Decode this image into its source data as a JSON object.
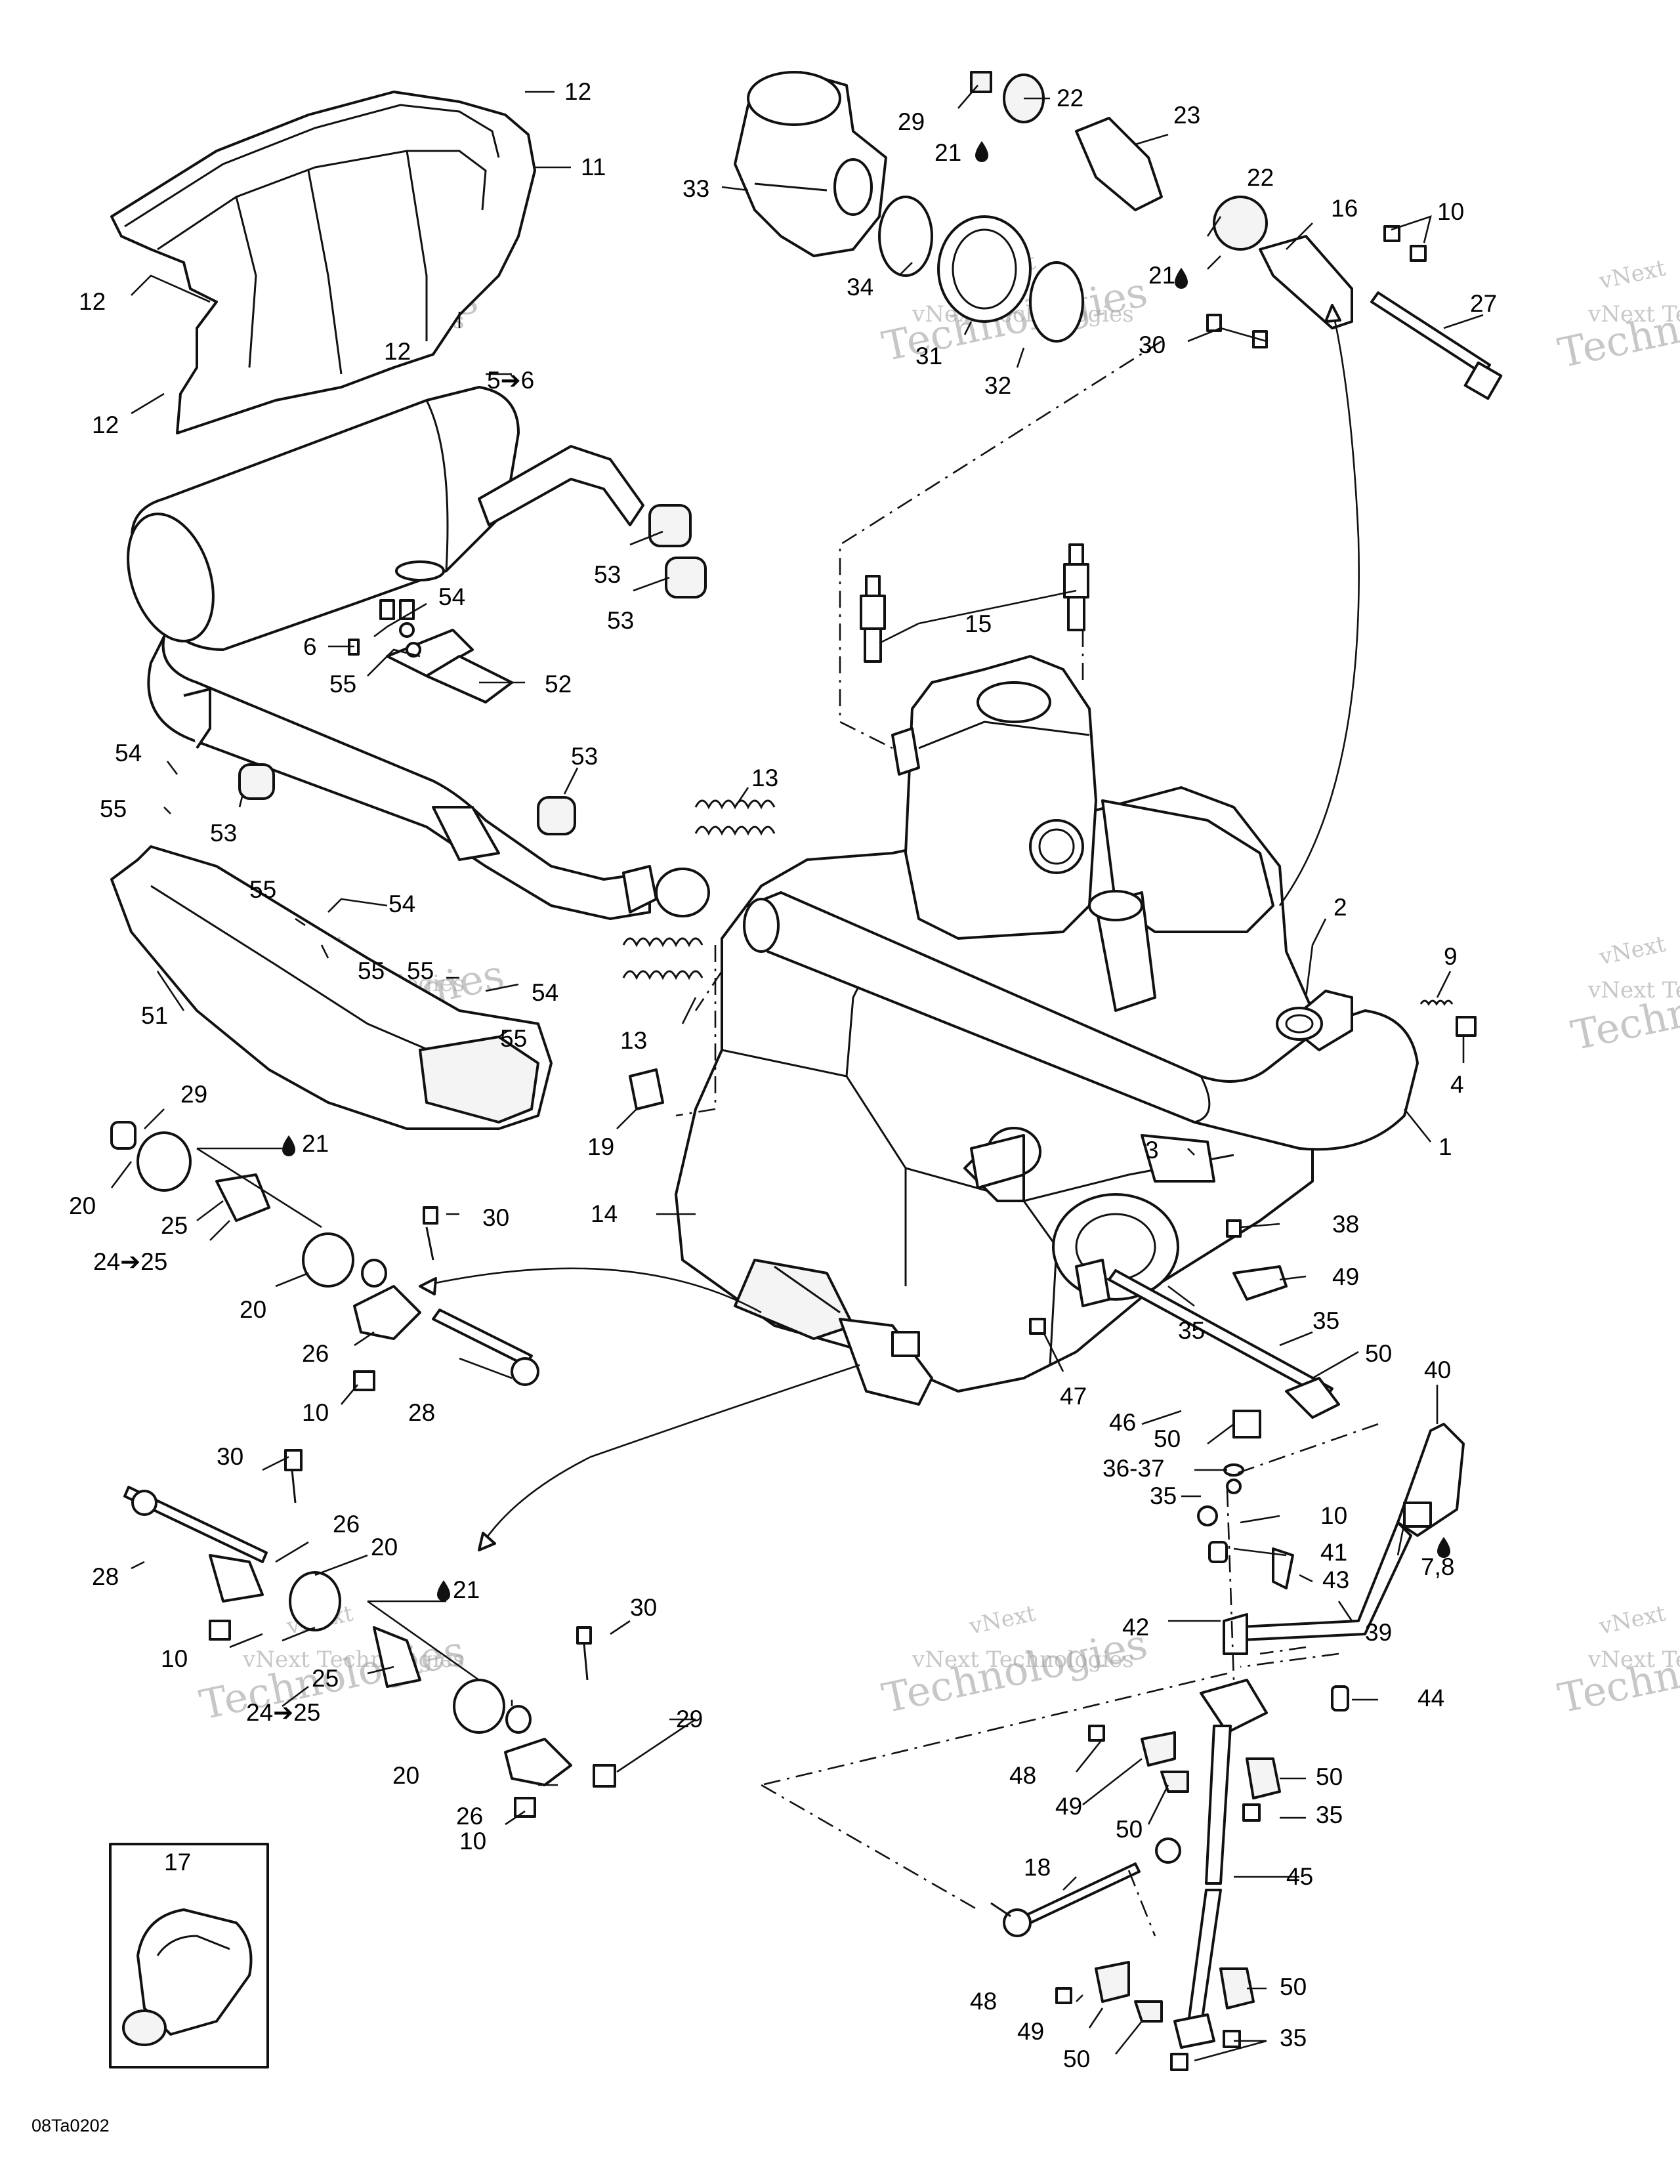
{
  "drawing_code": "08Ta0202",
  "watermark": {
    "line1": "vNext",
    "line2": "vNext Technologies",
    "line3": "Technologies"
  },
  "callouts": [
    {
      "id": "c12a",
      "label": "12"
    },
    {
      "id": "c11",
      "label": "11"
    },
    {
      "id": "c12b",
      "label": "12"
    },
    {
      "id": "c12c",
      "label": "12"
    },
    {
      "id": "c12d",
      "label": "12"
    },
    {
      "id": "c56",
      "label": "5➔6"
    },
    {
      "id": "c29a",
      "label": "29"
    },
    {
      "id": "c22a",
      "label": "22"
    },
    {
      "id": "c23",
      "label": "23"
    },
    {
      "id": "c21a",
      "label": "21"
    },
    {
      "id": "c33",
      "label": "33"
    },
    {
      "id": "c22b",
      "label": "22"
    },
    {
      "id": "c16",
      "label": "16"
    },
    {
      "id": "c10a",
      "label": "10"
    },
    {
      "id": "c21b",
      "label": "21"
    },
    {
      "id": "c34",
      "label": "34"
    },
    {
      "id": "c31",
      "label": "31"
    },
    {
      "id": "c32",
      "label": "32"
    },
    {
      "id": "c30a",
      "label": "30"
    },
    {
      "id": "c27",
      "label": "27"
    },
    {
      "id": "c53a",
      "label": "53"
    },
    {
      "id": "c53b",
      "label": "53"
    },
    {
      "id": "c54a",
      "label": "54"
    },
    {
      "id": "c6",
      "label": "6"
    },
    {
      "id": "c55a",
      "label": "55"
    },
    {
      "id": "c52",
      "label": "52"
    },
    {
      "id": "c15",
      "label": "15"
    },
    {
      "id": "c54b",
      "label": "54"
    },
    {
      "id": "c55b",
      "label": "55"
    },
    {
      "id": "c53c",
      "label": "53"
    },
    {
      "id": "c53d",
      "label": "53"
    },
    {
      "id": "c13a",
      "label": "13"
    },
    {
      "id": "c55c",
      "label": "55"
    },
    {
      "id": "c54c",
      "label": "54"
    },
    {
      "id": "c55d",
      "label": "55"
    },
    {
      "id": "c55e",
      "label": "55"
    },
    {
      "id": "c54d",
      "label": "54"
    },
    {
      "id": "c51",
      "label": "51"
    },
    {
      "id": "c55f",
      "label": "55"
    },
    {
      "id": "c13b",
      "label": "13"
    },
    {
      "id": "c2",
      "label": "2"
    },
    {
      "id": "c9",
      "label": "9"
    },
    {
      "id": "c4",
      "label": "4"
    },
    {
      "id": "c1",
      "label": "1"
    },
    {
      "id": "c19",
      "label": "19"
    },
    {
      "id": "c29b",
      "label": "29"
    },
    {
      "id": "c21c",
      "label": "21"
    },
    {
      "id": "c3",
      "label": "3"
    },
    {
      "id": "c20a",
      "label": "20"
    },
    {
      "id": "c25a",
      "label": "25"
    },
    {
      "id": "c14",
      "label": "14"
    },
    {
      "id": "c30b",
      "label": "30"
    },
    {
      "id": "c2425a",
      "label": "24➔25"
    },
    {
      "id": "c38",
      "label": "38"
    },
    {
      "id": "c20b",
      "label": "20"
    },
    {
      "id": "c49a",
      "label": "49"
    },
    {
      "id": "c35a",
      "label": "35"
    },
    {
      "id": "c26a",
      "label": "26"
    },
    {
      "id": "c35b",
      "label": "35"
    },
    {
      "id": "c50a",
      "label": "50"
    },
    {
      "id": "c40",
      "label": "40"
    },
    {
      "id": "c10b",
      "label": "10"
    },
    {
      "id": "c28a",
      "label": "28"
    },
    {
      "id": "c47",
      "label": "47"
    },
    {
      "id": "c46",
      "label": "46"
    },
    {
      "id": "c50b",
      "label": "50"
    },
    {
      "id": "c3637",
      "label": "36-37"
    },
    {
      "id": "c30c",
      "label": "30"
    },
    {
      "id": "c35c",
      "label": "35"
    },
    {
      "id": "c10c",
      "label": "10"
    },
    {
      "id": "c26b",
      "label": "26"
    },
    {
      "id": "c41",
      "label": "41"
    },
    {
      "id": "c28b",
      "label": "28"
    },
    {
      "id": "c20c",
      "label": "20"
    },
    {
      "id": "c43",
      "label": "43"
    },
    {
      "id": "c78",
      "label": "7,8"
    },
    {
      "id": "c21d",
      "label": "21"
    },
    {
      "id": "c42",
      "label": "42"
    },
    {
      "id": "c39",
      "label": "39"
    },
    {
      "id": "c10d",
      "label": "10"
    },
    {
      "id": "c30d",
      "label": "30"
    },
    {
      "id": "c25b",
      "label": "25"
    },
    {
      "id": "c44",
      "label": "44"
    },
    {
      "id": "c2425b",
      "label": "24➔25"
    },
    {
      "id": "c29c",
      "label": "29"
    },
    {
      "id": "c48a",
      "label": "48"
    },
    {
      "id": "c50c",
      "label": "50"
    },
    {
      "id": "c20d",
      "label": "20"
    },
    {
      "id": "c49b",
      "label": "49"
    },
    {
      "id": "c35d",
      "label": "35"
    },
    {
      "id": "c26c",
      "label": "26"
    },
    {
      "id": "c50d",
      "label": "50"
    },
    {
      "id": "c10e",
      "label": "10"
    },
    {
      "id": "c17",
      "label": "17"
    },
    {
      "id": "c45",
      "label": "45"
    },
    {
      "id": "c18",
      "label": "18"
    },
    {
      "id": "c48b",
      "label": "48"
    },
    {
      "id": "c50e",
      "label": "50"
    },
    {
      "id": "c49c",
      "label": "49"
    },
    {
      "id": "c50f",
      "label": "50"
    },
    {
      "id": "c35e",
      "label": "35"
    }
  ]
}
